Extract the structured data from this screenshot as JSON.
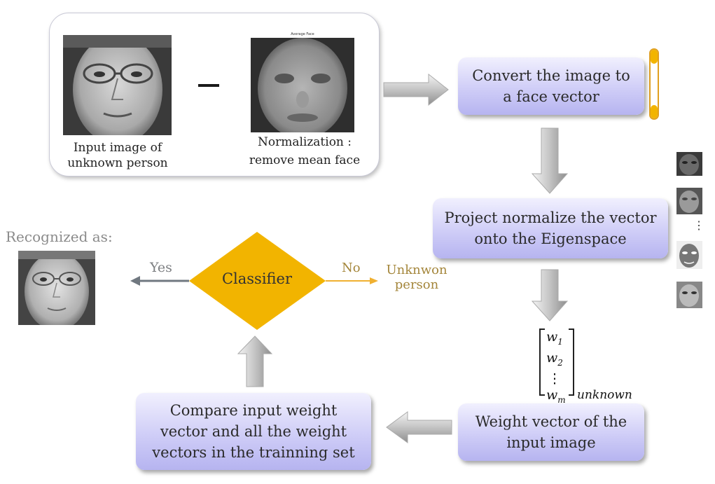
{
  "panel": {
    "input_caption": [
      "Input image of",
      "unknown person"
    ],
    "mean_face_title": "Average Face",
    "mean_caption": [
      "Normalization :",
      "remove mean face"
    ],
    "minus_symbol": "–"
  },
  "steps": {
    "convert": "Convert the image to a face vector",
    "project": "Project normalize  the vector onto the Eigenspace",
    "weight": "Weight vector of the input image",
    "compare": "Compare input weight vector and all the weight vectors in the trainning set"
  },
  "classifier": {
    "label": "Classifier",
    "yes": "Yes",
    "no": "No",
    "unknown": [
      "Unknwon",
      "person"
    ]
  },
  "recognized": {
    "label": "Recognized as:"
  },
  "eigenspace": {
    "ellipsis": "⋮"
  },
  "vector": {
    "entries": [
      "w",
      "w",
      "⋮",
      "w"
    ],
    "subs": [
      "1",
      "2",
      "",
      "m"
    ],
    "subscript": "unknown"
  },
  "colors": {
    "classifier": "#f2b400",
    "box_top": "#f1f0fe",
    "box_bottom": "#b6b4f0",
    "yes_arrow": "#707880",
    "no_arrow": "#f0b030",
    "block_arrow": "#c8c8c8"
  }
}
